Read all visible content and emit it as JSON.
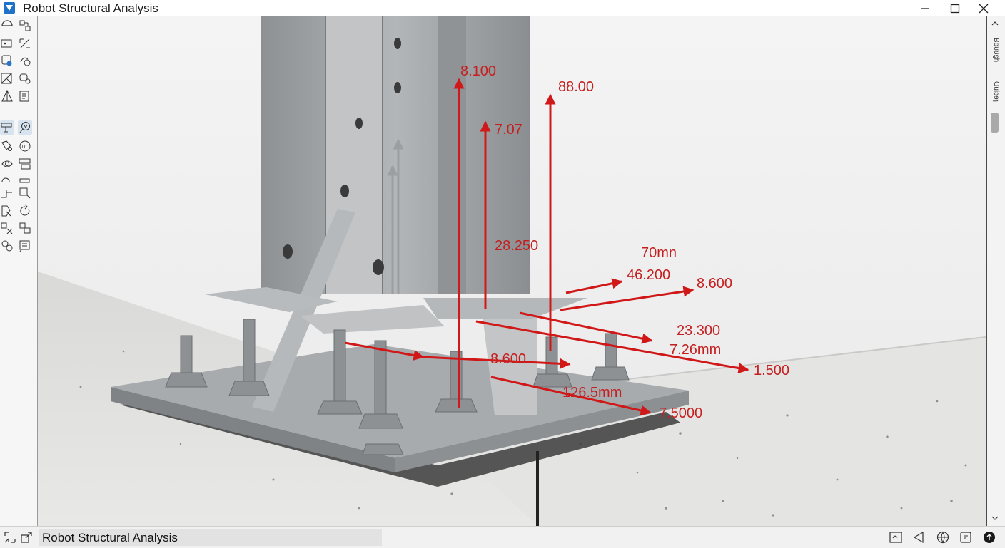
{
  "window": {
    "title": "Robot Structural Analysis"
  },
  "titlebar_buttons": {
    "icons": [
      "minimize-icon",
      "maximize-icon",
      "close-icon"
    ]
  },
  "toolbar": {
    "tools": [
      "node-icon",
      "member-icon",
      "panel-icon",
      "section-icon",
      "support-icon",
      "release-icon",
      "offset-icon",
      "cable-icon",
      "load-icon",
      "combination-icon",
      "beam-selector-icon",
      "analysis-icon",
      "rotate-icon",
      "measure-icon",
      "view-icon",
      "select-icon",
      "copy-icon",
      "mirror-icon",
      "move-icon",
      "refresh-icon",
      "delete-icon",
      "group-icon",
      "snap-icon",
      "report-icon"
    ]
  },
  "scrollbar": {
    "label_top": "Βəʊʊȿh",
    "label_bottom": "Ɑuiɔɘɿ"
  },
  "viewport": {
    "dimensions": [
      "8.100",
      "88.00",
      "7.07",
      "28.250",
      "70mn",
      "46.200",
      "8.600",
      "23.300",
      "7.26mm",
      "1.500",
      "8.600",
      "126.5mm",
      "7.5000"
    ],
    "colors": {
      "dimension": "#c42020",
      "arrow": "#d01818",
      "steel": "#9fa3a6",
      "concrete": "#e3e3e1"
    }
  },
  "statusbar": {
    "text": "Robot Structural Analysis",
    "icons_left": [
      "frame-icon",
      "export-icon"
    ],
    "icons_right": [
      "calculator-icon",
      "sound-icon",
      "globe-icon",
      "copy-icon",
      "info-icon"
    ]
  }
}
